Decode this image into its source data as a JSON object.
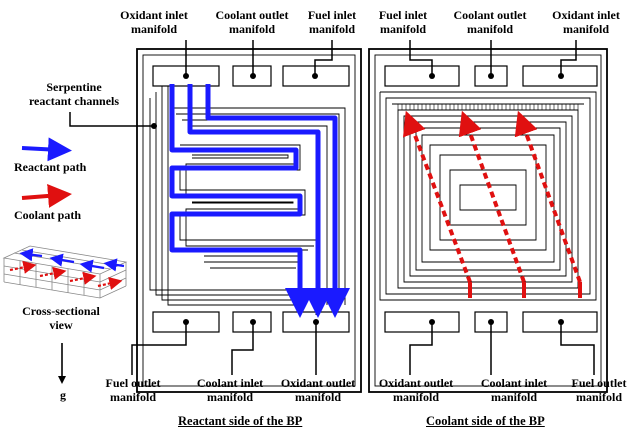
{
  "labels": {
    "reactant_top_oxidant_inlet": "Oxidant inlet\nmanifold",
    "reactant_top_coolant_outlet": "Coolant outlet\nmanifold",
    "reactant_top_fuel_inlet": "Fuel inlet\nmanifold",
    "coolant_top_fuel_inlet": "Fuel inlet\nmanifold",
    "coolant_top_coolant_outlet": "Coolant outlet\nmanifold",
    "coolant_top_oxidant_inlet": "Oxidant inlet\nmanifold",
    "serpentine_channels": "Serpentine\nreactant channels",
    "legend_reactant": "Reactant path",
    "legend_coolant": "Coolant path",
    "cross_section": "Cross-sectional\nview",
    "gravity": "g",
    "reactant_bottom_fuel_outlet": "Fuel outlet\nmanifold",
    "reactant_bottom_coolant_inlet": "Coolant inlet\nmanifold",
    "reactant_bottom_oxidant_outlet": "Oxidant outlet\nmanifold",
    "coolant_bottom_oxidant_outlet": "Oxidant outlet\nmanifold",
    "coolant_bottom_coolant_inlet": "Coolant inlet\nmanifold",
    "coolant_bottom_fuel_outlet": "Fuel outlet\nmanifold"
  },
  "captions": {
    "reactant_side": "Reactant side of the BP",
    "coolant_side": "Coolant side of the BP"
  },
  "colors": {
    "reactant": "#1a1aff",
    "coolant": "#e01010",
    "line": "#000000"
  }
}
